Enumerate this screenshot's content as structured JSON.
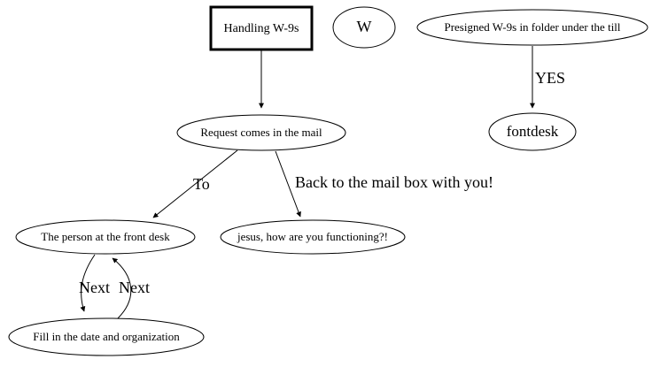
{
  "diagram": {
    "title": "Handling W-9s",
    "background_color": "#ffffff",
    "stroke_color": "#000000",
    "nodes": [
      {
        "id": "title_box",
        "label": "Handling W-9s",
        "shape": "box"
      },
      {
        "id": "w",
        "label": "W",
        "shape": "ellipse"
      },
      {
        "id": "presigned",
        "label": "Presigned W-9s in folder under the till",
        "shape": "ellipse"
      },
      {
        "id": "fontdesk",
        "label": "fontdesk",
        "shape": "ellipse"
      },
      {
        "id": "request",
        "label": "Request comes in the mail",
        "shape": "ellipse"
      },
      {
        "id": "front_desk",
        "label": "The person at the front desk",
        "shape": "ellipse"
      },
      {
        "id": "jesus",
        "label": "jesus, how are you functioning?!",
        "shape": "ellipse"
      },
      {
        "id": "fill_date",
        "label": "Fill in the date and organization",
        "shape": "ellipse"
      }
    ],
    "edges": [
      {
        "id": "e_title_request",
        "from": "title_box",
        "to": "request",
        "label": ""
      },
      {
        "id": "e_presigned_front",
        "from": "presigned",
        "to": "fontdesk",
        "label": "YES"
      },
      {
        "id": "e_request_person",
        "from": "request",
        "to": "front_desk",
        "label": "To"
      },
      {
        "id": "e_request_jesus",
        "from": "request",
        "to": "jesus",
        "label": "Back to the mail box with you!"
      },
      {
        "id": "e_person_fill",
        "from": "front_desk",
        "to": "fill_date",
        "label": "Next"
      },
      {
        "id": "e_fill_person",
        "from": "fill_date",
        "to": "front_desk",
        "label": "Next"
      }
    ]
  }
}
